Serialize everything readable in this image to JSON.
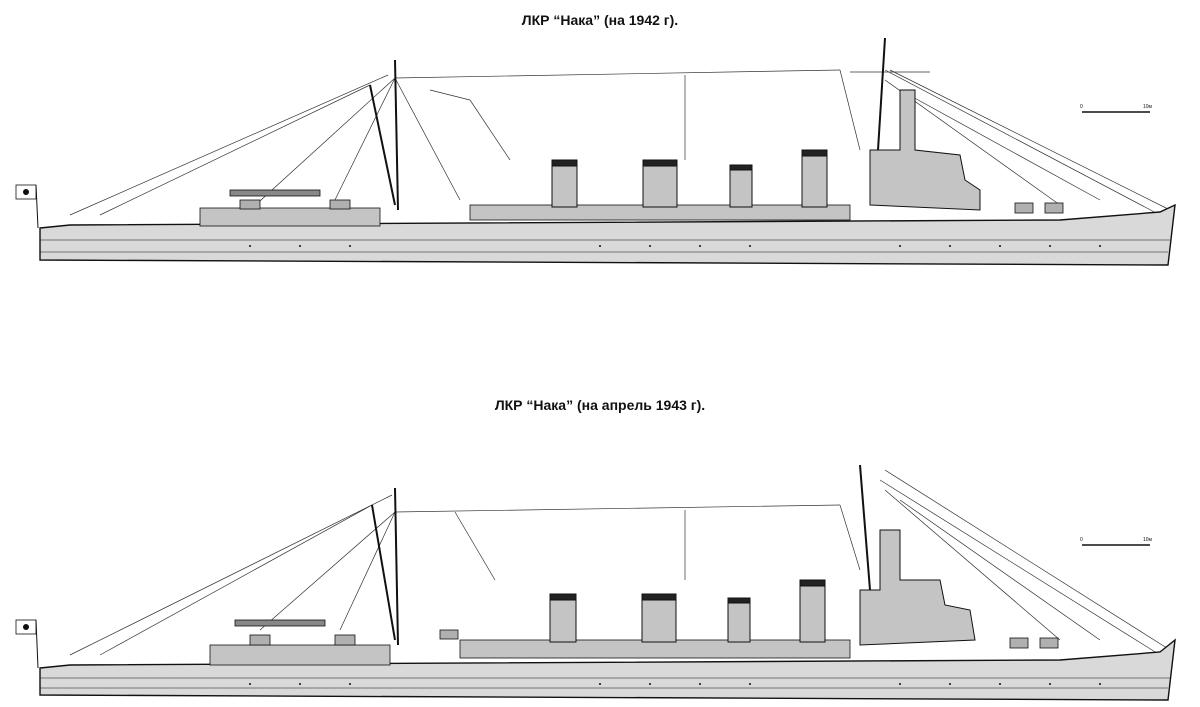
{
  "drawings": [
    {
      "title": "ЛКР “Нака” (на 1942 г).",
      "scale": {
        "start_label": "0",
        "end_label": "10м"
      }
    },
    {
      "title": "ЛКР “Нака” (на апрель 1943 г).",
      "scale": {
        "start_label": "0",
        "end_label": "10м"
      }
    }
  ],
  "colors": {
    "ink": "#111111",
    "hull": "#d9d9d9",
    "superstructure": "#c4c4c4",
    "paper": "#ffffff"
  }
}
